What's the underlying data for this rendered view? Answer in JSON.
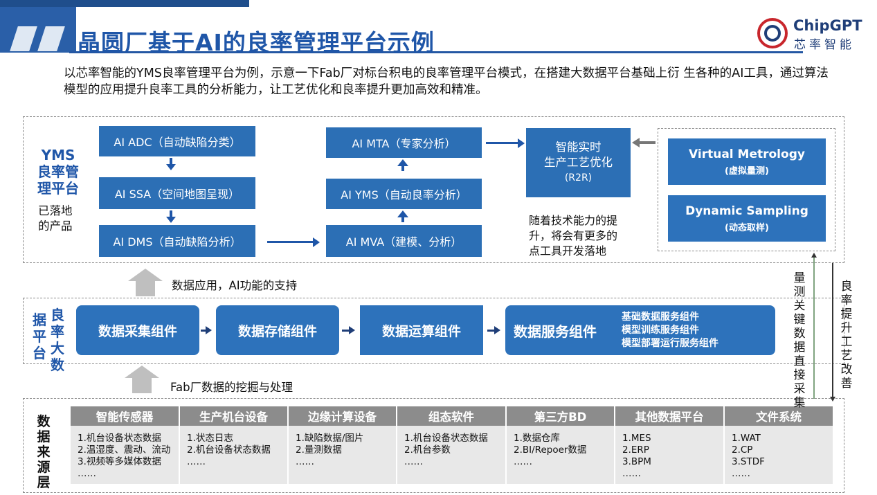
{
  "title": "晶圆厂基于AI的良率管理平台示例",
  "logo": {
    "name": "ChipGPT",
    "sub": "芯率智能"
  },
  "intro": "以芯率智能的YMS良率管理平台为例，示意一下Fab厂对标台积电的良率管理平台模式，在搭建大数据平台基础上衍 生各种的AI工具，通过算法模型的应用提升良率工具的分析能力，让工艺优化和良率提升更加高效和精准。",
  "yms": {
    "label_lines": [
      "YMS",
      "良率管",
      "理平台"
    ],
    "note_lines": [
      "已落地",
      "的产品"
    ],
    "left_boxes": [
      "AI ADC（自动缺陷分类）",
      "AI SSA（空间地图呈现）",
      "AI DMS（自动缺陷分析）"
    ],
    "mid_boxes": [
      "AI  MTA（专家分析）",
      "AI YMS（自动良率分析）",
      "AI  MVA（建模、分析）"
    ],
    "r2r_lines": [
      "智能实时",
      "生产工艺优化",
      "(R2R)"
    ],
    "future_lines": [
      "随着技术能力的提",
      "升，将会有更多的",
      "点工具开发落地"
    ],
    "right_boxes": [
      {
        "title": "Virtual Metrology",
        "sub": "(虚拟量测)"
      },
      {
        "title": "Dynamic Sampling",
        "sub": "(动态取样)"
      }
    ]
  },
  "arrow_label_top": "数据应用，AI功能的支持",
  "bigdata": {
    "label_col1": [
      "良",
      "率",
      "大",
      "数"
    ],
    "label_col2": [
      "据",
      "平",
      "台"
    ],
    "components": [
      "数据采集组件",
      "数据存储组件",
      "数据运算组件",
      "数据服务组件"
    ],
    "service_items": [
      "基础数据服务组件",
      "模型训练服务组件",
      "模型部署运行服务组件"
    ]
  },
  "arrow_label_bottom": "Fab厂数据的挖掘与处理",
  "source": {
    "label": [
      "数",
      "据",
      "来",
      "源",
      "层"
    ],
    "columns": [
      {
        "head": "智能传感器",
        "items": [
          "1.机台设备状态数据",
          "2.温湿度、震动、流动",
          "3.视频等多媒体数据",
          "……"
        ]
      },
      {
        "head": "生产机台设备",
        "items": [
          "1.状态日志",
          "2.机台设备状态数据",
          "……"
        ]
      },
      {
        "head": "边缘计算设备",
        "items": [
          "1.缺陷数据/图片",
          "2.量测数据",
          "……"
        ]
      },
      {
        "head": "组态软件",
        "items": [
          "1.机台设备状态数据",
          "2.机台参数",
          "……"
        ]
      },
      {
        "head": "第三方BD",
        "items": [
          "1.数据仓库",
          "2.BI/Repoer数据",
          "……"
        ]
      },
      {
        "head": "其他数据平台",
        "items": [
          "1.MES",
          "2.ERP",
          "3.BPM",
          "……"
        ]
      },
      {
        "head": "文件系统",
        "items": [
          "1.WAT",
          "2.CP",
          "3.STDF",
          "……"
        ]
      }
    ]
  },
  "vertical_left": "量测关键数据直接采集",
  "vertical_right": "良率提升工艺改善",
  "colors": {
    "primary": "#2c6fb5",
    "title": "#1f56a8",
    "grey_head": "#8c8c8c",
    "grey_body": "#e8e8e8"
  }
}
